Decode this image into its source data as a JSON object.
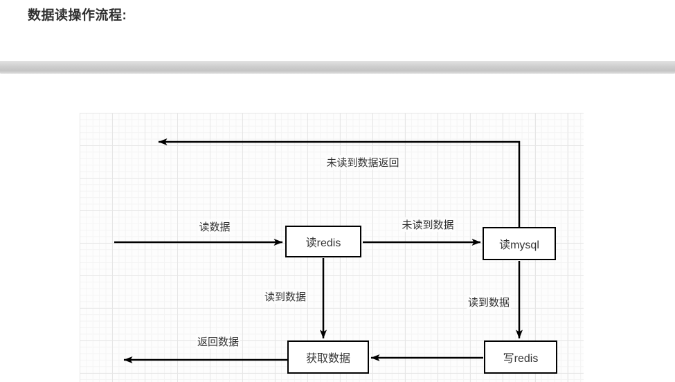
{
  "page": {
    "title": "数据读操作流程:"
  },
  "divider": {
    "color_top": "#e2e2e2",
    "color_mid": "#c4c4c4",
    "color_bottom": "#efefef"
  },
  "diagram": {
    "type": "flowchart",
    "background": "grid",
    "colors": {
      "stroke": "#000000",
      "node_fill": "#ffffff",
      "text": "#333333",
      "grid_minor": "#f4f4f4",
      "grid_major": "#e6e6e6"
    },
    "nodes": [
      {
        "id": "read-redis",
        "label": "读redis"
      },
      {
        "id": "read-mysql",
        "label": "读mysql"
      },
      {
        "id": "get-data",
        "label": "获取数据"
      },
      {
        "id": "write-redis",
        "label": "写redis"
      }
    ],
    "edges": [
      {
        "id": "entry-to-read-redis",
        "from": "start",
        "to": "read-redis",
        "label": "读数据"
      },
      {
        "id": "read-redis-to-read-mysql",
        "from": "read-redis",
        "to": "read-mysql",
        "label": "未读到数据"
      },
      {
        "id": "read-mysql-return-top",
        "from": "read-mysql",
        "to": "exit-left",
        "label": "未读到数据返回"
      },
      {
        "id": "read-redis-to-get-data",
        "from": "read-redis",
        "to": "get-data",
        "label": "读到数据"
      },
      {
        "id": "read-mysql-to-write-redis",
        "from": "read-mysql",
        "to": "write-redis",
        "label": "读到数据"
      },
      {
        "id": "write-redis-to-get-data",
        "from": "write-redis",
        "to": "get-data",
        "label": ""
      },
      {
        "id": "get-data-exit-left",
        "from": "get-data",
        "to": "exit-left",
        "label": "返回数据"
      }
    ]
  }
}
